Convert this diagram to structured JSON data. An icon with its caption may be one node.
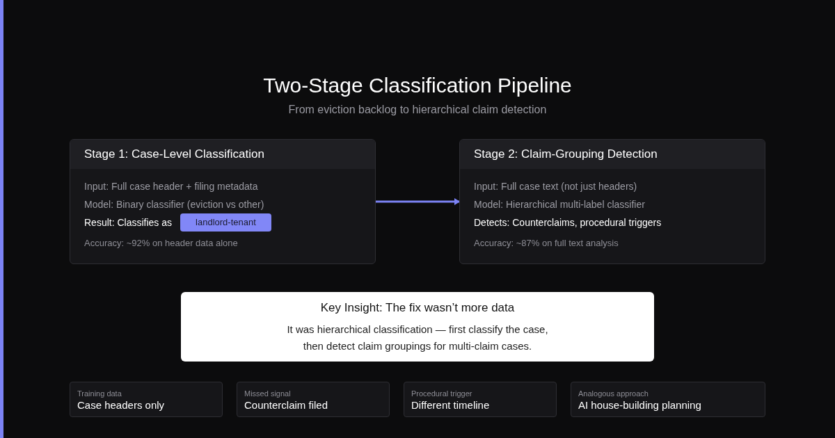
{
  "diagram": {
    "title": "Two-Stage Classification Pipeline",
    "caption": "From eviction backlog to hierarchical claim detection",
    "nodes": [
      {
        "text": [
          "Stage 1: Case-Level Classification",
          "Input: Full case header + filing metadata",
          "Model: Binary classifier (eviction vs other)",
          "Result: Classifies as",
          "Accuracy: ~92% on header data alone"
        ]
      },
      {
        "text": [
          "landlord-tenant"
        ],
        "in": 0
      },
      {
        "text": [
          "Stage 2: Claim-Grouping Detection",
          "Input: Full case text (not just headers)",
          "Model: Hierarchical multi-label classifier",
          "Detects: Counterclaims, procedural triggers",
          "Accuracy: ~87% on full text analysis"
        ]
      },
      {
        "text": [
          "Key Insight: The fix wasn’t more data",
          "It was hierarchical classification — first classify the case, then detect claim groupings for multi-claim cases."
        ]
      },
      {
        "text": [
          "Training data",
          "Case headers only"
        ]
      },
      {
        "text": [
          "Missed signal",
          "Counterclaim filed"
        ]
      },
      {
        "text": [
          "Procedural trigger",
          "Different timeline"
        ]
      },
      {
        "text": [
          "Analogous approach",
          "AI house-building planning"
        ]
      }
    ],
    "edges": [
      {
        "from": 0,
        "to": 2,
        "arrow": "to"
      }
    ]
  }
}
